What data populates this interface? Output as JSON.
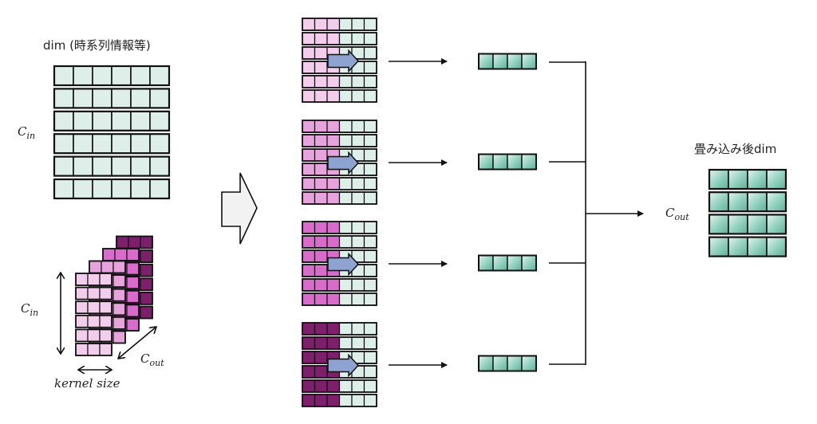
{
  "labels": {
    "input_dim": "dim (時系列情報等)",
    "input_channels": "C",
    "input_channels_sub": "in",
    "kernel_channels": "C",
    "kernel_channels_sub": "in",
    "kernel_out": "C",
    "kernel_out_sub": "out",
    "kernel_size": "kernel size",
    "output_dim": "畳み込み後dim",
    "output_channels": "C",
    "output_channels_sub": "out"
  },
  "input_tensor": {
    "rows": 6,
    "cols": 6,
    "color": "#deeee9"
  },
  "kernel_stack": {
    "layers": 4,
    "rows": 6,
    "cols": 3,
    "colors": [
      "#f2cdec",
      "#e6a3dc",
      "#d96ccb",
      "#7e1f6b"
    ]
  },
  "conv_groups": [
    {
      "kernel_color": "#f2cdec",
      "kernel_cols": 3,
      "input_cols": 3,
      "rows": 6
    },
    {
      "kernel_color": "#e6a3dc",
      "kernel_cols": 3,
      "input_cols": 3,
      "rows": 6
    },
    {
      "kernel_color": "#d96ccb",
      "kernel_cols": 3,
      "input_cols": 3,
      "rows": 6
    },
    {
      "kernel_color": "#7e1f6b",
      "kernel_cols": 3,
      "input_cols": 3,
      "rows": 6
    }
  ],
  "output_vectors": {
    "count": 4,
    "cols": 4,
    "color": "#6cbfa8"
  },
  "output_tensor": {
    "rows": 4,
    "cols": 4,
    "color": "#6cbfa8"
  },
  "colors": {
    "input_cell": "#deeee9",
    "slide_arrow": "#8ea3d0",
    "big_arrow": "#f2f2f2",
    "line": "#111111"
  }
}
